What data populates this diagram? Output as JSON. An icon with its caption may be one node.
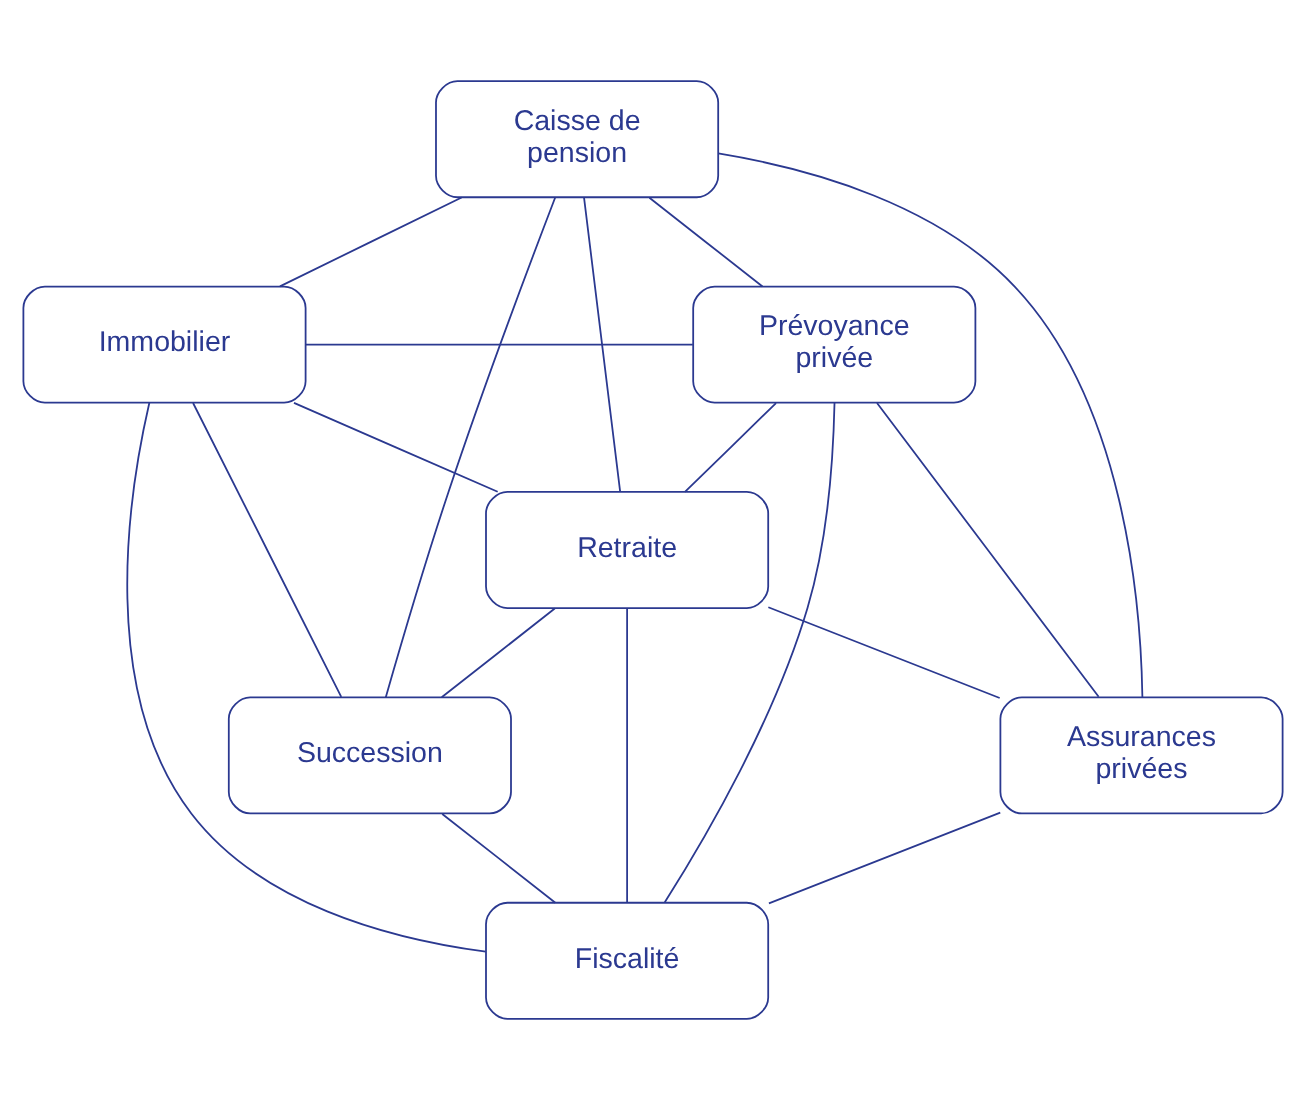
{
  "diagram": {
    "nodes": [
      {
        "text": [
          "Caisse de pension"
        ]
      },
      {
        "text": [
          "Immobilier"
        ]
      },
      {
        "text": [
          "Prévoyance privée"
        ]
      },
      {
        "text": [
          "Retraite"
        ]
      },
      {
        "text": [
          "Succession"
        ]
      },
      {
        "text": [
          "Assurances privées"
        ]
      },
      {
        "text": [
          "Fiscalité"
        ]
      }
    ],
    "edges": [
      {
        "from": 0,
        "to": 1,
        "arrow": "none"
      },
      {
        "from": 0,
        "to": 2,
        "arrow": "none"
      },
      {
        "from": 0,
        "to": 3,
        "arrow": "none"
      },
      {
        "from": 0,
        "to": 4,
        "arrow": "none"
      },
      {
        "from": 0,
        "to": 5,
        "arrow": "none"
      },
      {
        "from": 1,
        "to": 2,
        "arrow": "none"
      },
      {
        "from": 1,
        "to": 3,
        "arrow": "none"
      },
      {
        "from": 1,
        "to": 4,
        "arrow": "none"
      },
      {
        "from": 1,
        "to": 6,
        "arrow": "none"
      },
      {
        "from": 2,
        "to": 3,
        "arrow": "none"
      },
      {
        "from": 2,
        "to": 5,
        "arrow": "none"
      },
      {
        "from": 2,
        "to": 6,
        "arrow": "none"
      },
      {
        "from": 3,
        "to": 4,
        "arrow": "none"
      },
      {
        "from": 3,
        "to": 5,
        "arrow": "none"
      },
      {
        "from": 3,
        "to": 6,
        "arrow": "none"
      },
      {
        "from": 4,
        "to": 6,
        "arrow": "none"
      },
      {
        "from": 5,
        "to": 6,
        "arrow": "none"
      }
    ]
  }
}
